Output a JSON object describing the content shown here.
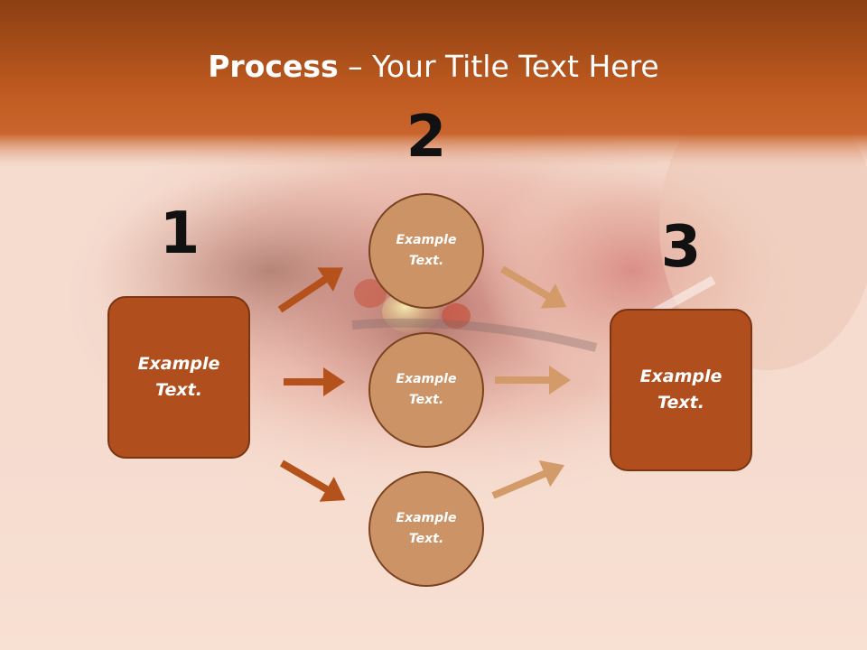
{
  "title": {
    "bold": "Process",
    "rest": " – Your Title Text Here"
  },
  "steps": [
    {
      "number": "1",
      "text": "Example Text."
    },
    {
      "number": "2",
      "items": [
        "Example Text.",
        "Example Text.",
        "Example Text."
      ]
    },
    {
      "number": "3",
      "text": "Example Text."
    }
  ],
  "colors": {
    "header": "#b5521c",
    "box_fill": "#b04e1e",
    "circle_fill": "#cc9466",
    "arrow_dark": "#b5521c",
    "arrow_light": "#d39a6a"
  }
}
